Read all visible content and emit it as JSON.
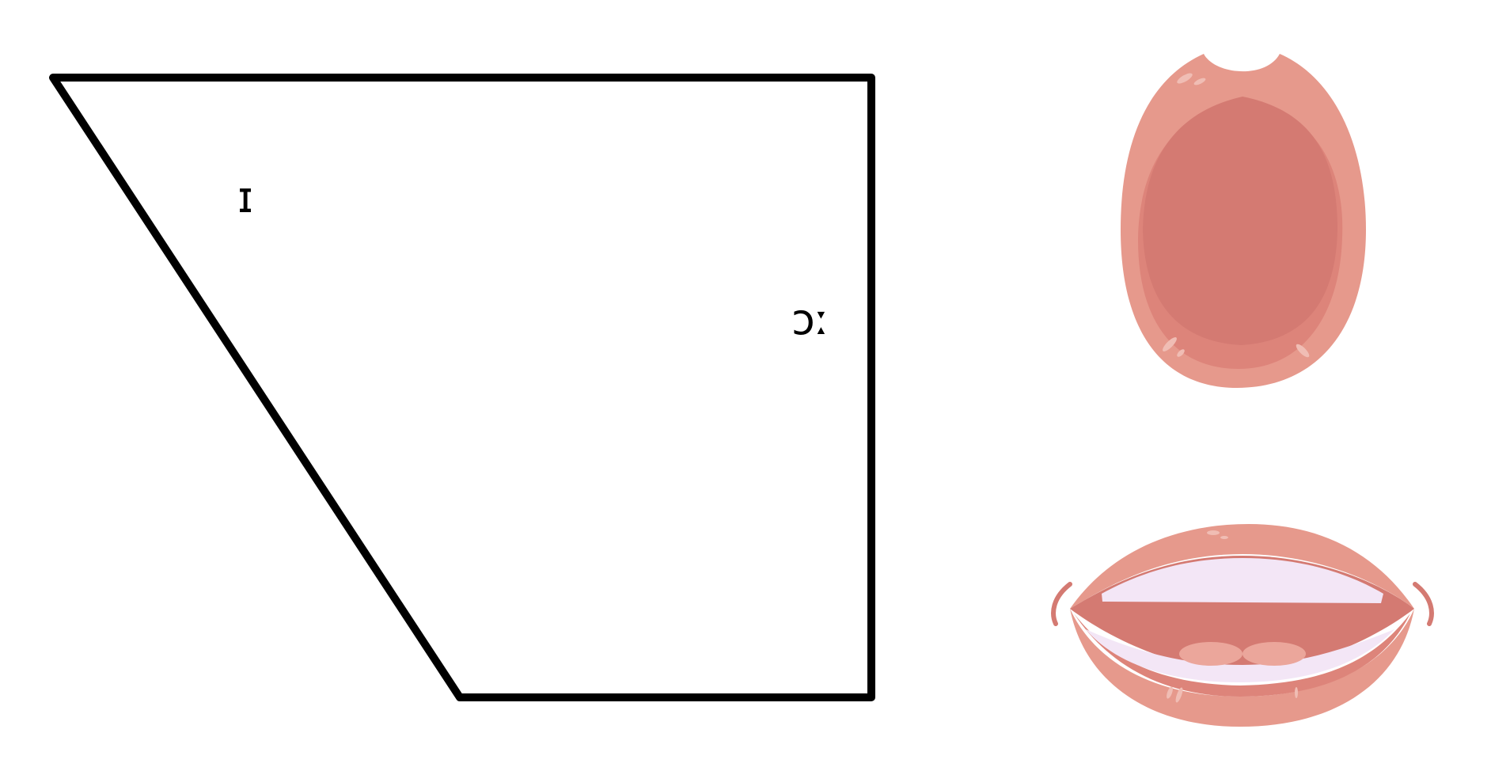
{
  "vowel_chart": {
    "vowels": [
      {
        "symbol": "ɪ"
      },
      {
        "symbol": "ɔː"
      }
    ]
  },
  "illustrations": [
    {
      "name": "mouth-open-round",
      "icon": "rounded-open-mouth-icon"
    },
    {
      "name": "mouth-spread-smile",
      "icon": "spread-lips-mouth-icon"
    }
  ],
  "colors": {
    "outline": "#000000",
    "lip": "#E6998C",
    "lip_shadow": "#DD847A",
    "mouth_inner": "#D47A72",
    "teeth": "#F3E6F6",
    "highlight": "#F0BDB4"
  }
}
